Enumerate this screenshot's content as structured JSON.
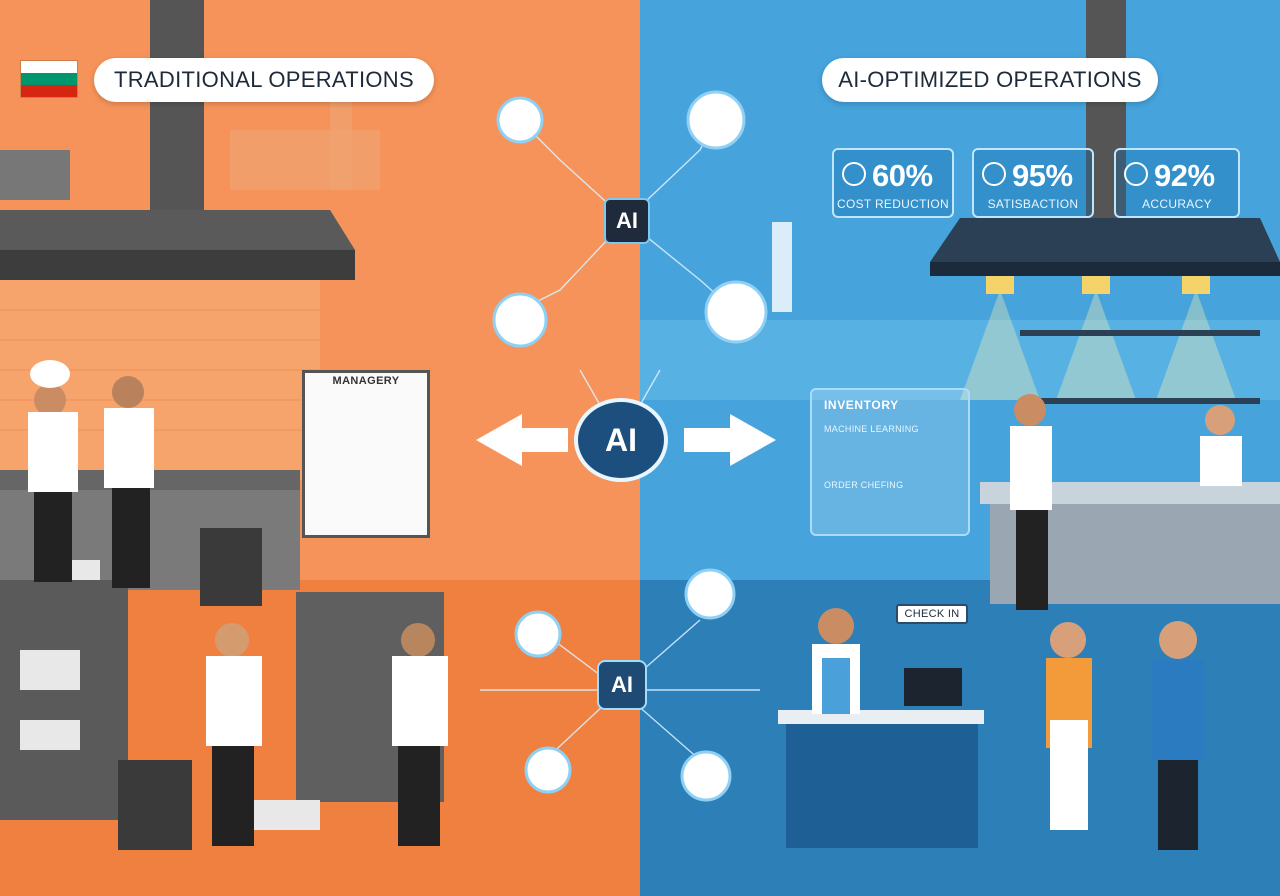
{
  "left_panel": {
    "title": "TRADITIONAL OPERATIONS",
    "board_title": "MANAGERY",
    "flag_colors": [
      "#ffffff",
      "#00966e",
      "#d62612"
    ],
    "background": "#f5935a"
  },
  "right_panel": {
    "title": "AI-OPTIMIZED OPERATIONS",
    "background": "#3e9bd6",
    "stats": [
      {
        "value": "60%",
        "label": "COST REDUCTION",
        "icon": "bell-icon"
      },
      {
        "value": "95%",
        "label": "SATISBACTION",
        "icon": "people-icon"
      },
      {
        "value": "92%",
        "label": "ACCURACY",
        "icon": "target-icon"
      }
    ],
    "inventory": {
      "title": "INVENTORY",
      "subtitle_1": "MACHINE LEARNING",
      "subtitle_2": "ORDER CHEFING"
    },
    "checkin_label": "CHECK IN"
  },
  "center": {
    "ai_top": "AI",
    "ai_middle": "AI",
    "ai_bottom": "AI"
  }
}
